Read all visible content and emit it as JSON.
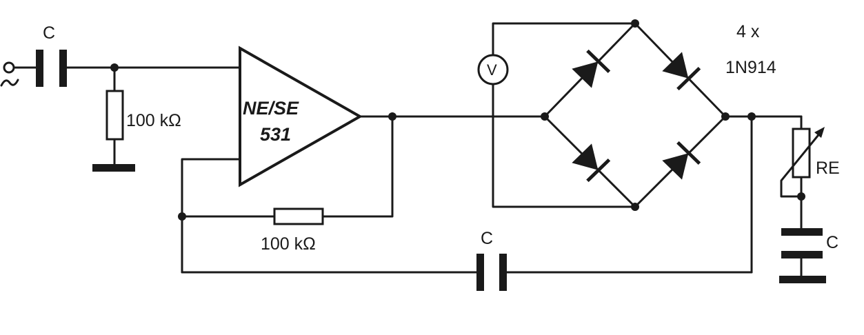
{
  "labels": {
    "input_cap": "C",
    "input_resistor": "100 kΩ",
    "amp_line1": "NE/SE",
    "amp_line2": "531",
    "feedback_resistor": "100 kΩ",
    "feedback_cap": "C",
    "meter": "V",
    "diode_count": "4 x",
    "diode_type": "1N914",
    "re": "RE",
    "output_cap": "C"
  },
  "icons": {
    "input_source": "ac-source-icon",
    "meter": "voltmeter-icon",
    "diode": "diode-icon",
    "ground": "ground-icon"
  },
  "colors": {
    "ink": "#1a1a1a",
    "background": "#ffffff"
  }
}
